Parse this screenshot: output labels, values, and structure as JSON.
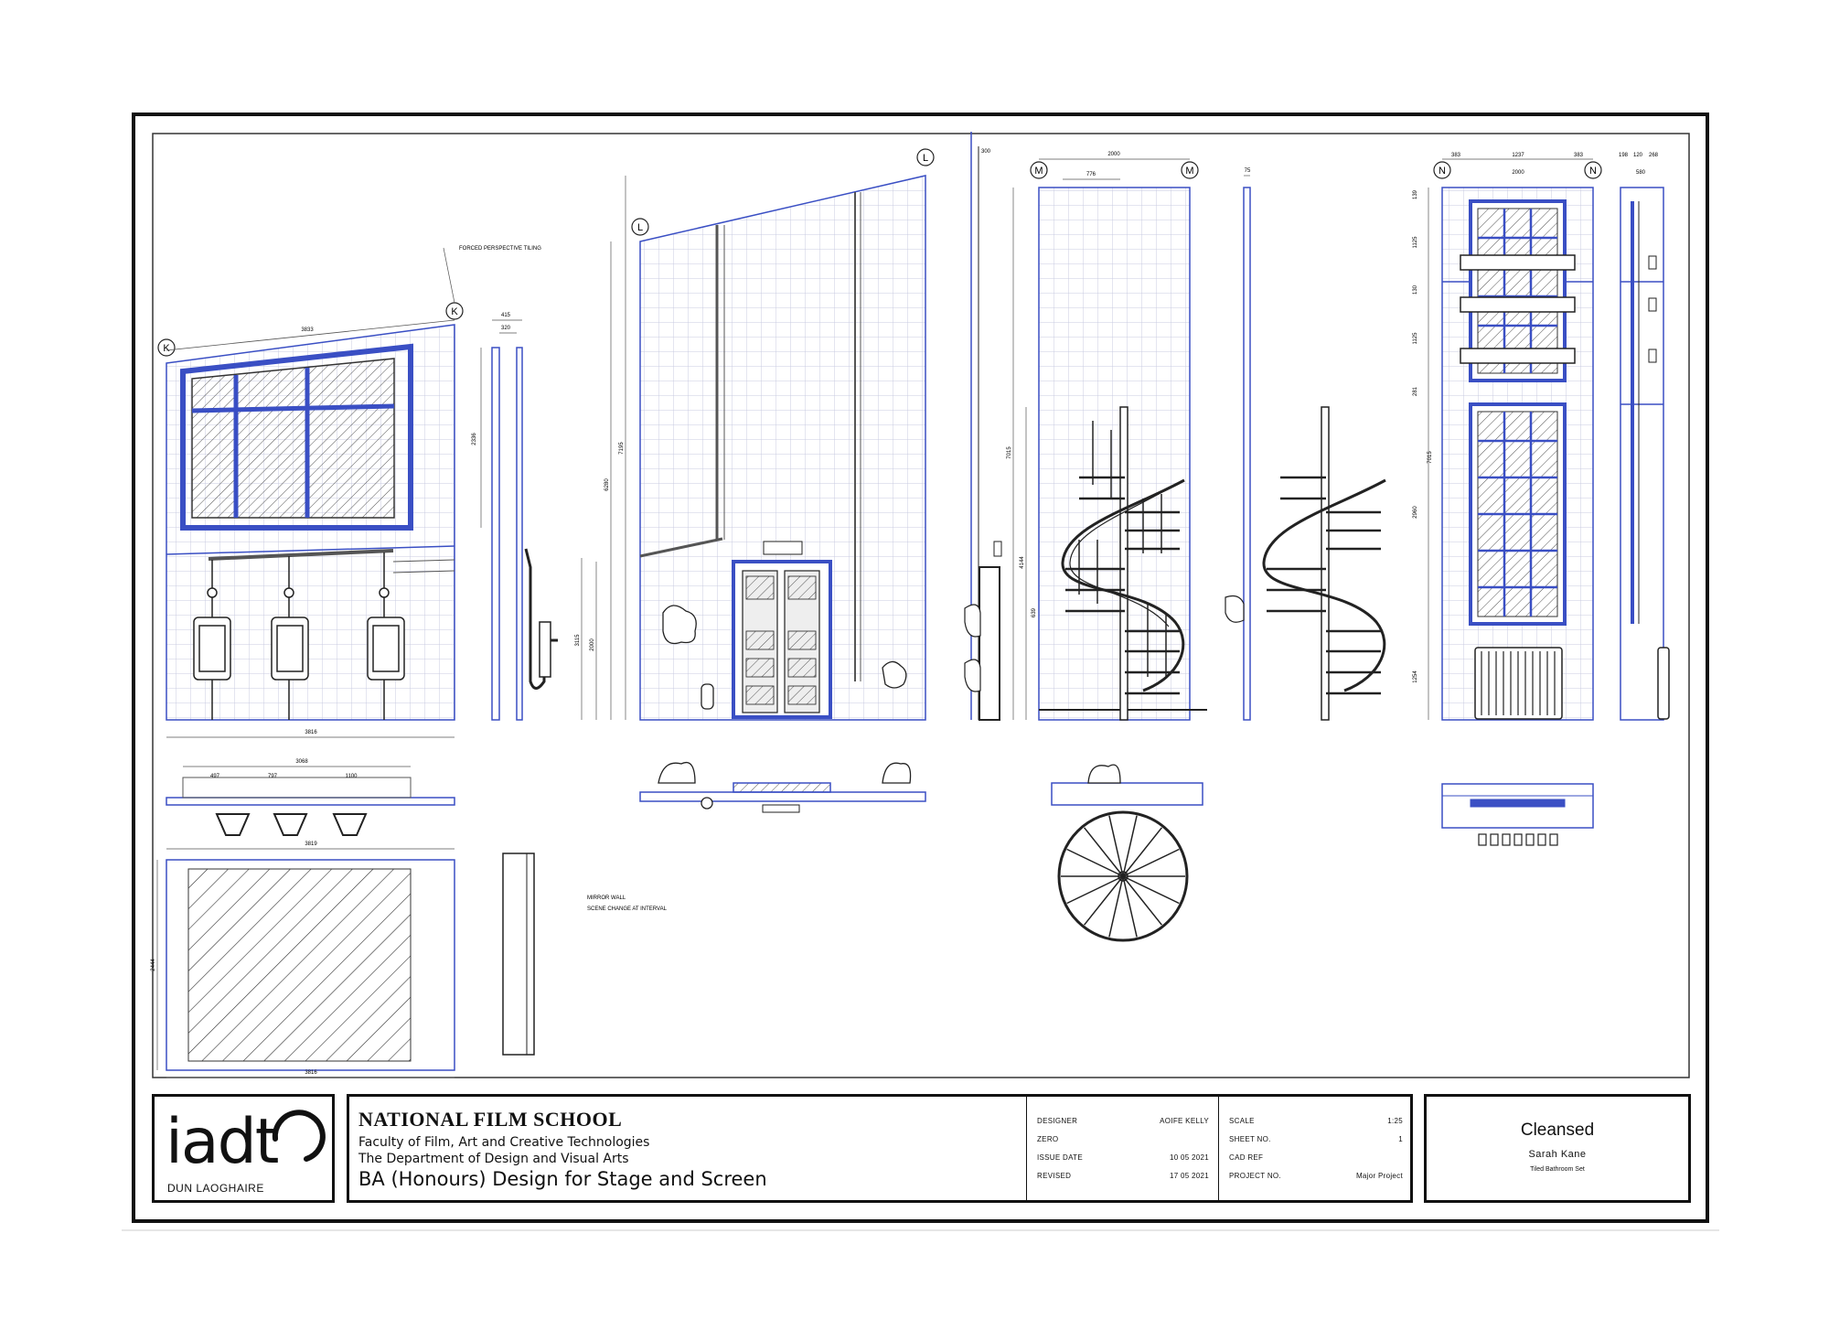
{
  "drawing": {
    "grid_labels": {
      "k": "K",
      "l": "L",
      "m": "M",
      "n": "N"
    },
    "notes": {
      "forced_perspective": "FORCED PERSPECTIVE TILING",
      "mirror_wall": "MIRROR WALL",
      "scene_change": "SCENE CHANGE AT INTERVAL"
    },
    "dims": {
      "k_top_width": "3833",
      "k_side_415": "415",
      "k_side_320": "320",
      "k_side_2336": "2336",
      "k_bottom_width": "3816",
      "k_plan_3068": "3068",
      "k_plan_497": "497",
      "k_plan_797": "797",
      "k_plan_1100": "1100",
      "mirror_top_3819": "3819",
      "mirror_side_2444": "2444",
      "mirror_bottom_3816": "3816",
      "l_7195": "7195",
      "l_6280": "6280",
      "l_3115": "3115",
      "l_2000": "2000",
      "l_top_300": "300",
      "m_2000": "2000",
      "m_776": "776",
      "m_7015": "7015",
      "m_4144": "4144",
      "m_639": "639",
      "m_side_75": "75",
      "n_top_383a": "383",
      "n_top_1237": "1237",
      "n_top_383b": "383",
      "n_top_2000": "2000",
      "n_top_198": "198",
      "n_top_120": "120",
      "n_top_268": "268",
      "n_top_580": "580",
      "n_139": "139",
      "n_1125a": "1125",
      "n_130": "130",
      "n_1125b": "1125",
      "n_281": "281",
      "n_7015": "7015",
      "n_2960": "2960",
      "n_1254": "1254"
    }
  },
  "title_block": {
    "logo": {
      "word": "iadt",
      "sub": "DUN LAOGHAIRE"
    },
    "school": {
      "name": "NATIONAL FILM SCHOOL",
      "line1": "Faculty of Film, Art and Creative Technologies",
      "line2": "The Department of Design and Visual Arts",
      "degree": "BA (Honours) Design for Stage and Screen"
    },
    "info": {
      "designer_label": "DESIGNER",
      "designer_value": "AOIFE KELLY",
      "zero_label": "ZERO",
      "issue_label": "ISSUE DATE",
      "issue_value": "10 05 2021",
      "revised_label": "REVISED",
      "revised_value": "17 05 2021",
      "scale_label": "SCALE",
      "scale_value": "1:25",
      "sheet_label": "SHEET No.",
      "sheet_value": "1",
      "cad_label": "CAD REF",
      "project_label": "PROJECT No.",
      "project_value": "Major Project"
    },
    "title": {
      "main": "Cleansed",
      "author": "Sarah Kane",
      "sub": "Tiled Bathroom Set"
    }
  },
  "colors": {
    "line": "#1a1a1a",
    "accent": "#3a4fc4",
    "grid": "#c8cbe0"
  }
}
